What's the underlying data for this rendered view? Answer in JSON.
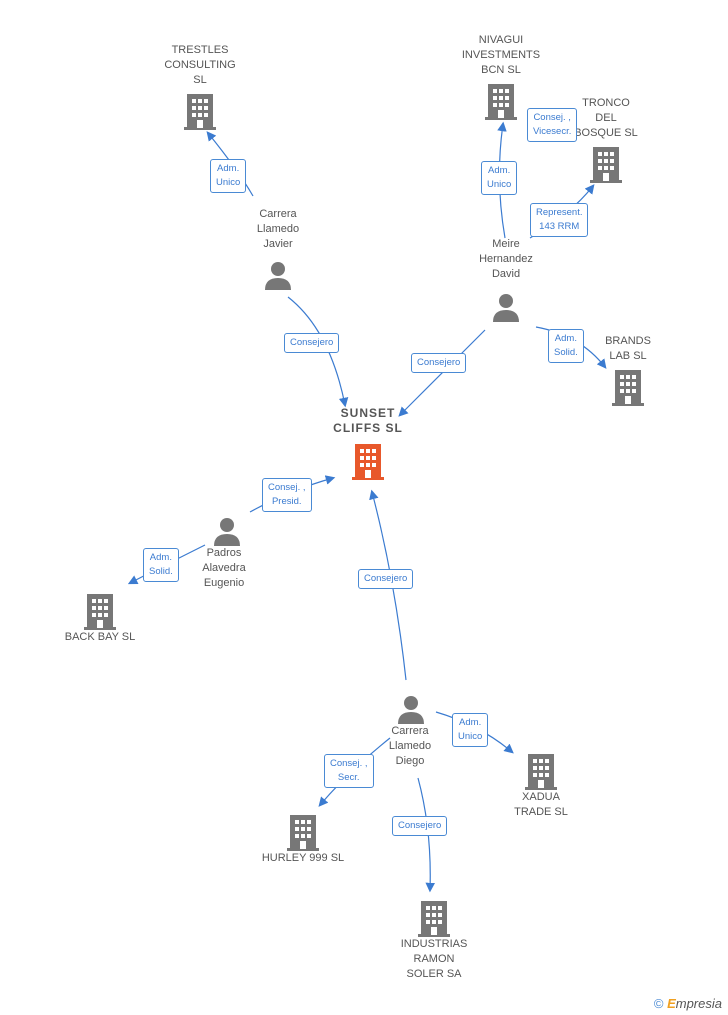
{
  "nodes": {
    "sunset": {
      "label": "SUNSET\nCLIFFS  SL"
    },
    "trestles": {
      "label": "TRESTLES\nCONSULTING\nSL"
    },
    "nivagui": {
      "label": "NIVAGUI\nINVESTMENTS\nBCN  SL"
    },
    "tronco": {
      "label": "TRONCO\nDEL\nBOSQUE SL"
    },
    "brands": {
      "label": "BRANDS\nLAB  SL"
    },
    "backbay": {
      "label": "BACK BAY SL"
    },
    "hurley": {
      "label": "HURLEY 999 SL"
    },
    "xadua": {
      "label": "XADUA\nTRADE SL"
    },
    "industrias": {
      "label": "INDUSTRIAS\nRAMON\nSOLER SA"
    },
    "carrera_javier": {
      "label": "Carrera\nLlamedo\nJavier"
    },
    "meire": {
      "label": "Meire\nHernandez\nDavid"
    },
    "padros": {
      "label": "Padros\nAlavedra\nEugenio"
    },
    "carrera_diego": {
      "label": "Carrera\nLlamedo\nDiego"
    }
  },
  "edges": {
    "javier_trestles": "Adm.\nUnico",
    "javier_sunset": "Consejero",
    "meire_nivagui": "Adm.\nUnico",
    "meire_nivagui_2": "Consej. ,\nVicesecr.",
    "meire_tronco": "Represent.\n143 RRM",
    "meire_brands": "Adm.\nSolid.",
    "meire_sunset": "Consejero",
    "padros_sunset": "Consej. ,\nPresid.",
    "padros_backbay": "Adm.\nSolid.",
    "diego_sunset": "Consejero",
    "diego_xadua": "Adm.\nUnico",
    "diego_hurley": "Consej. ,\nSecr.",
    "diego_industrias": "Consejero"
  },
  "footer": {
    "copyright": "©",
    "brand_e": "E",
    "brand_rest": "mpresia"
  },
  "colors": {
    "main_company": "#e8582b",
    "company": "#777777",
    "person": "#777777",
    "edge": "#3b7bd0"
  }
}
